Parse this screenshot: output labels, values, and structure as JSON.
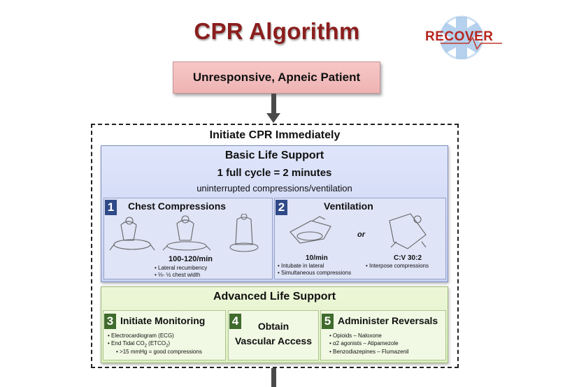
{
  "title": "CPR Algorithm",
  "logo": {
    "text": "RECOVER",
    "colors": {
      "text": "#b6261f",
      "star": "#a9c9ea"
    }
  },
  "start": "Unresponsive, Apneic Patient",
  "initiate": "Initiate CPR Immediately",
  "bls": {
    "title": "Basic Life Support",
    "cycle": "1 full cycle = 2 minutes",
    "subtitle": "uninterrupted compressions/ventilation",
    "steps": [
      {
        "number": "1",
        "title": "Chest Compressions",
        "rate": "100-120/min",
        "notes": [
          "Lateral recumbency",
          "⅓- ½ chest width"
        ]
      },
      {
        "number": "2",
        "title": "Ventilation",
        "or": "or",
        "left_rate": "10/min",
        "left_notes": [
          "Intubate in lateral",
          "Simultaneous compressions"
        ],
        "right_rate": "C:V 30:2",
        "right_notes": [
          "Interpose compressions"
        ]
      }
    ]
  },
  "als": {
    "title": "Advanced Life Support",
    "steps": [
      {
        "number": "3",
        "title": "Initiate Monitoring",
        "notes": [
          "Electrocardiogram (ECG)",
          "End Tidal CO",
          "2",
          " (ETCO",
          "2",
          ")"
        ],
        "subnote": ">15 mmHg = good compressions"
      },
      {
        "number": "4",
        "title_line1": "Obtain",
        "title_line2": "Vascular Access"
      },
      {
        "number": "5",
        "title": "Administer Reversals",
        "notes": [
          "Opioids – Naloxone",
          "α2 agonists – Atipamezole",
          "Benzodiazepines – Flumazenil"
        ]
      }
    ]
  },
  "colors": {
    "title": "#8b1e1e",
    "bls_number": "#2f4a87",
    "als_number": "#3f6b2c"
  }
}
